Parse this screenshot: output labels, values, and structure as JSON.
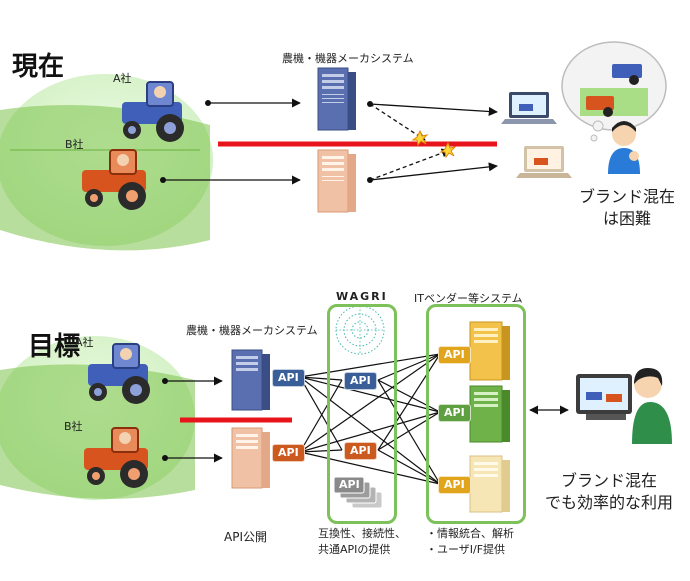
{
  "current": {
    "title": "現在",
    "system_label": "農機・機器メーカシステム",
    "company_a": "A社",
    "company_b": "B社",
    "result_line1": "ブランド混在",
    "result_line2": "は困難"
  },
  "target": {
    "title": "目標",
    "system_label": "農機・機器メーカシステム",
    "company_a": "A社",
    "company_b": "B社",
    "wagri_label": "WAGRI",
    "vendor_label": "ITベンダー等システム",
    "api_label": "API",
    "api_public": "API公開",
    "wagri_note_line1": "互換性、接続性、",
    "wagri_note_line2": "共通APIの提供",
    "vendor_note_line1": "・情報統合、解析",
    "vendor_note_line2": "・ユーザI/F提供",
    "result_line1": "ブランド混在",
    "result_line2": "でも効率的な利用"
  },
  "colors": {
    "barrier": "#e8141b",
    "blue_server": "#5a6fb0",
    "orange_server": "#f0c1a4",
    "api_blue": "#3a5f98",
    "api_orange": "#cc5a1f",
    "api_gold": "#e0a51c",
    "api_green": "#5e9f3f",
    "panel_border": "#7cc15a"
  }
}
